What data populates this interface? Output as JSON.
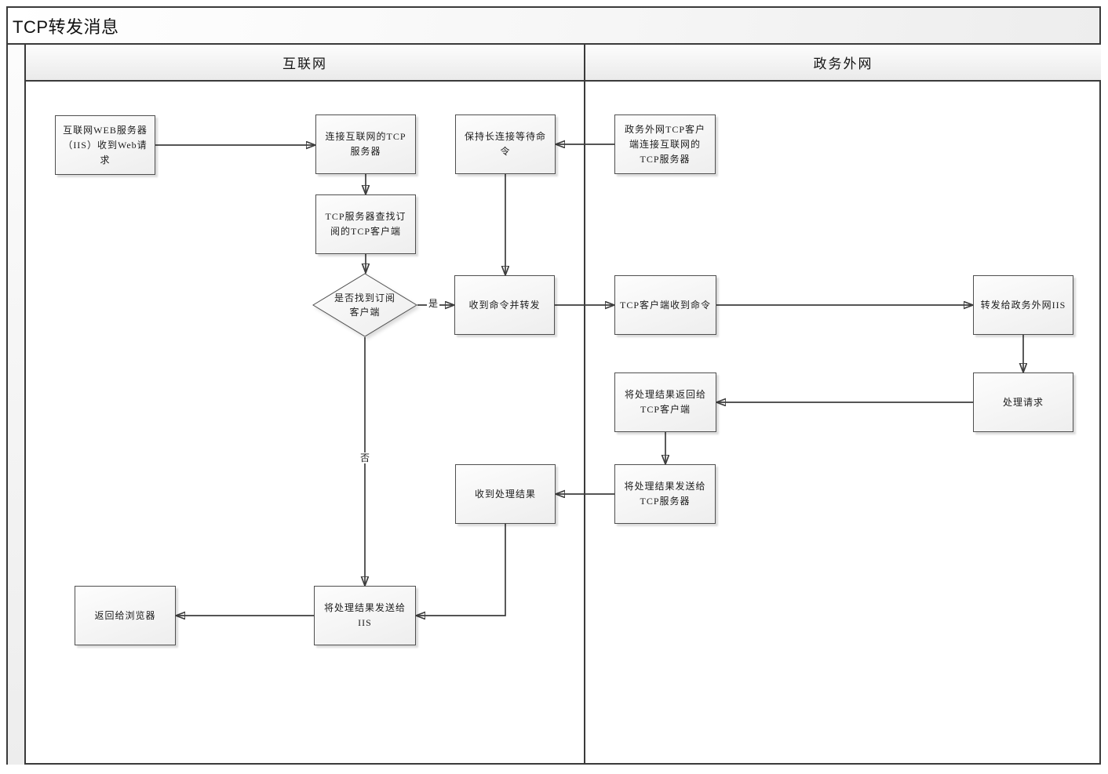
{
  "diagram": {
    "title": "TCP转发消息",
    "lanes": [
      {
        "label": "互联网"
      },
      {
        "label": "政务外网"
      }
    ],
    "nodes": {
      "web_request": {
        "label": "互联网WEB服务器（IIS）收到Web请求",
        "type": "process"
      },
      "connect_tcp": {
        "label": "连接互联网的TCP服务器",
        "type": "process"
      },
      "find_client": {
        "label": "TCP服务器查找订阅的TCP客户端",
        "type": "process"
      },
      "decision_found": {
        "label": "是否找到订阅客户端",
        "type": "decision"
      },
      "forward_cmd": {
        "label": "收到命令并转发",
        "type": "process"
      },
      "keep_alive": {
        "label": "保持长连接等待命令",
        "type": "process"
      },
      "gov_connect": {
        "label": "政务外网TCP客户端连接互联网的TCP服务器",
        "type": "process"
      },
      "client_recv": {
        "label": "TCP客户端收到命令",
        "type": "process"
      },
      "forward_gov_iis": {
        "label": "转发给政务外网IIS",
        "type": "process"
      },
      "process_req": {
        "label": "处理请求",
        "type": "process"
      },
      "return_client": {
        "label": "将处理结果返回给TCP客户端",
        "type": "process"
      },
      "send_server": {
        "label": "将处理结果发送给TCP服务器",
        "type": "process"
      },
      "recv_result": {
        "label": "收到处理结果",
        "type": "process"
      },
      "send_iis": {
        "label": "将处理结果发送给IIS",
        "type": "process"
      },
      "return_browser": {
        "label": "返回给浏览器",
        "type": "process"
      }
    },
    "edge_labels": {
      "yes": "是",
      "no": "否"
    },
    "colors": {
      "line": "#3d3d3d",
      "frame": "#3a3a3a",
      "node_border": "#4f4f4f",
      "text": "#1c1c1c"
    }
  }
}
